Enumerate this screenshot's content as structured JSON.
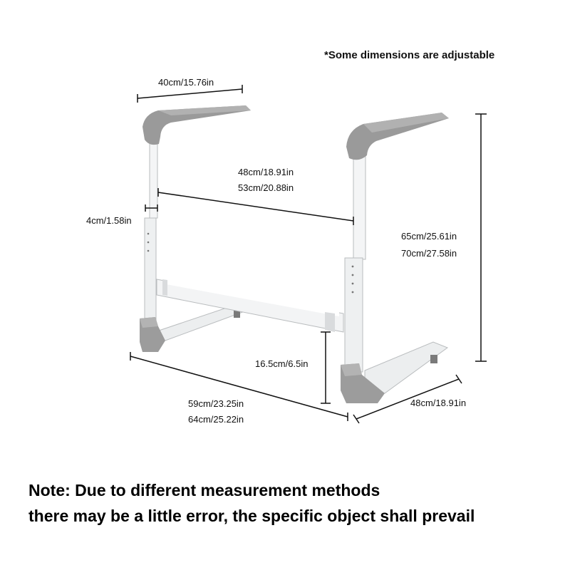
{
  "header_note": "*Some dimensions are adjustable",
  "dimensions": {
    "armrest_length": "40cm/15.76in",
    "inner_width_min": "48cm/18.91in",
    "inner_width_max": "53cm/20.88in",
    "tube_diameter": "4cm/1.58in",
    "height_min": "65cm/25.61in",
    "height_max": "70cm/27.58in",
    "crossbar_height": "16.5cm/6.5in",
    "base_width_min": "59cm/23.25in",
    "base_width_max": "64cm/25.22in",
    "base_depth": "48cm/18.91in"
  },
  "note": {
    "line1": "Note: Due to different measurement methods",
    "line2": "there may be a little error, the specific object shall prevail"
  },
  "colors": {
    "frame": "#f2f3f4",
    "grip": "#9a9a9a",
    "dimension_line": "#111111"
  }
}
